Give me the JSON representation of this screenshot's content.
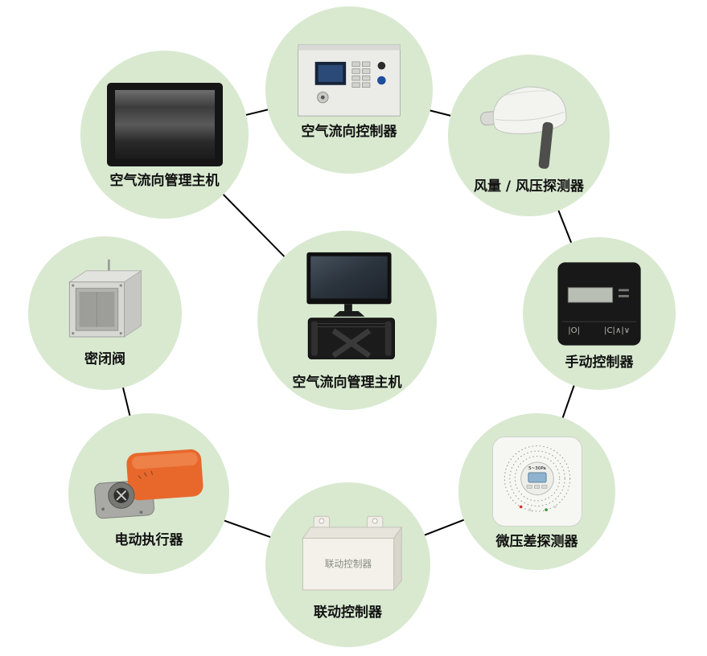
{
  "diagram": {
    "background": "#ffffff",
    "circle_fill": "#d8e9d0",
    "line_color": "#000000",
    "nodes": {
      "top_center": {
        "label": "空气流向控制器"
      },
      "top_left": {
        "label": "空气流向管理主机"
      },
      "top_right": {
        "label": "风量 / 风压探测器"
      },
      "left": {
        "label": "密闭阀"
      },
      "center": {
        "label": "空气流向管理主机"
      },
      "right": {
        "label": "手动控制器"
      },
      "bottom_left": {
        "label": "电动执行器"
      },
      "bottom_right": {
        "label": "微压差探测器"
      },
      "bottom_center": {
        "label": "联动控制器"
      }
    },
    "edges": [
      [
        "top_left",
        "top_center"
      ],
      [
        "top_center",
        "top_right"
      ],
      [
        "top_left",
        "center"
      ],
      [
        "top_right",
        "right"
      ],
      [
        "left",
        "bottom_left"
      ],
      [
        "right",
        "bottom_right"
      ],
      [
        "bottom_left",
        "bottom_center"
      ],
      [
        "bottom_right",
        "bottom_center"
      ]
    ],
    "device_texts": {
      "linkage_box_label": "联动控制器",
      "manual_buttons_left": "|O|",
      "manual_buttons_right": "|C|∧|∨",
      "micro_detector_range": "5~30Pa"
    }
  }
}
